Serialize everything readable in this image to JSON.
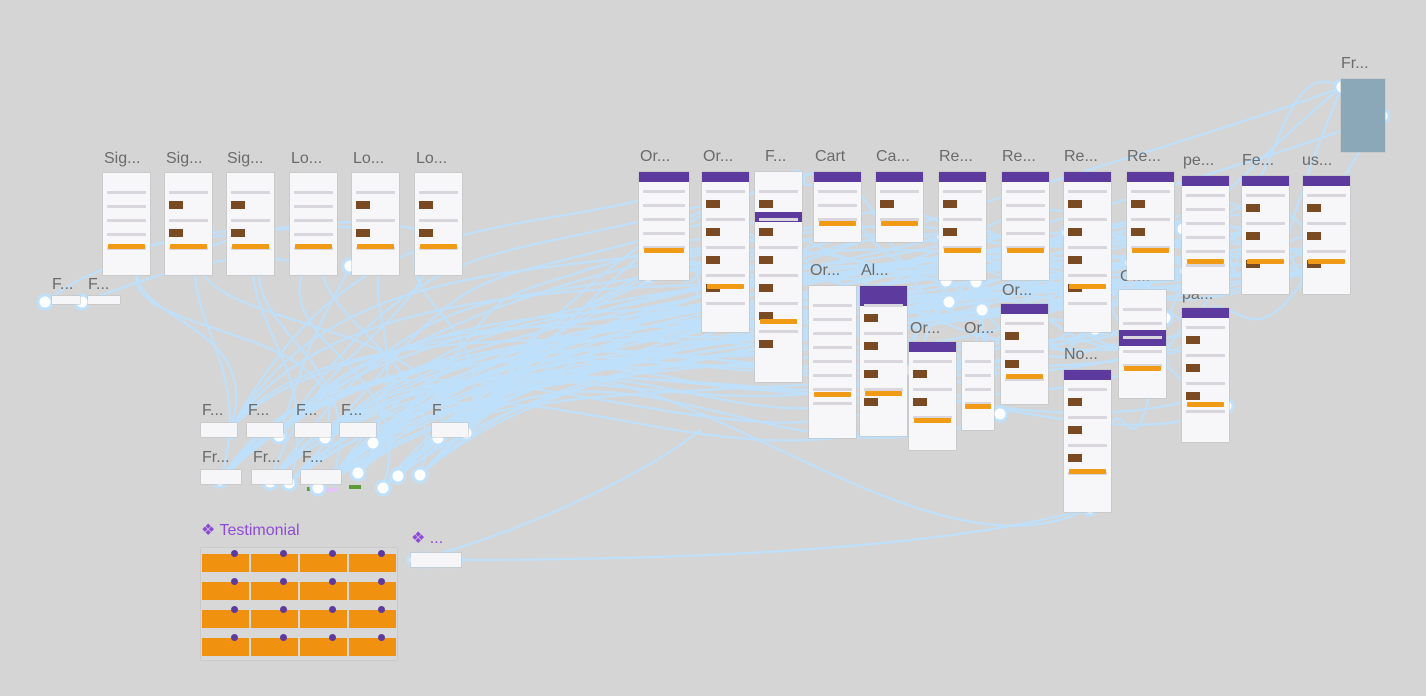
{
  "canvas": {
    "background": "#d5d5d5",
    "connector_color": "#bfe0fb",
    "component_connector_color": "#e3c6f7",
    "accent_orange": "#f0920f",
    "accent_purple": "#5d3a9e"
  },
  "labels": {
    "top_left": [
      "Sig...",
      "Sig...",
      "Sig...",
      "Lo...",
      "Lo...",
      "Lo..."
    ],
    "left_small": [
      "F...",
      "F..."
    ],
    "mid_left_row1": [
      "F...",
      "F...",
      "F...",
      "F...",
      "F"
    ],
    "mid_left_row2": [
      "Fr...",
      "Fr...",
      "F..."
    ],
    "top_right": [
      "Or...",
      "Or...",
      "F...",
      "Cart",
      "Ca...",
      "Re...",
      "Re...",
      "Re...",
      "Re...",
      "pe...",
      "Fe...",
      "us..."
    ],
    "mid_right": [
      "Or...",
      "Al...",
      "Or...",
      "Or...",
      "Or...",
      "No...",
      "Or...",
      "pa..."
    ],
    "corner": "Fr...",
    "component_testimonial": "Testimonial",
    "component_other": "..."
  },
  "icons": {
    "component": "component-diamond-icon",
    "handle": "connector-handle-icon"
  }
}
